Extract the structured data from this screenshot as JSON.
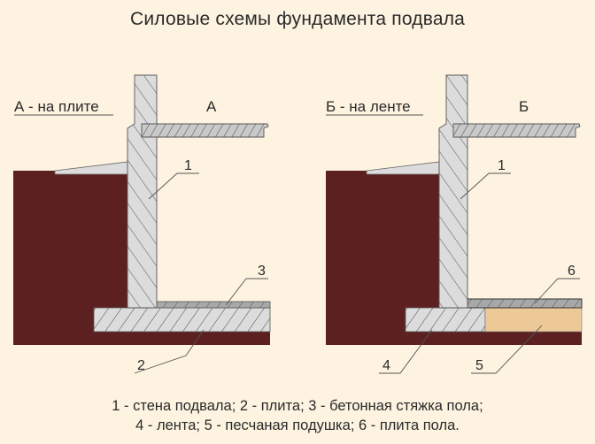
{
  "title": "Силовые схемы фундамента подвала",
  "colors": {
    "background": "#fdf3e0",
    "soil": "#5c2020",
    "concrete": "#dcdcdc",
    "screed": "#a8a8a8",
    "sand": "#ecc997",
    "hatch": "#444444",
    "leader": "#555555"
  },
  "diagrams": [
    {
      "id": "A",
      "caption": "А - на плите",
      "marker": "А",
      "callouts": [
        {
          "num": "1",
          "target": "стена подвала"
        },
        {
          "num": "3",
          "target": "бетонная стяжка пола"
        },
        {
          "num": "2",
          "target": "плита"
        }
      ]
    },
    {
      "id": "B",
      "caption": "Б - на ленте",
      "marker": "Б",
      "callouts": [
        {
          "num": "1",
          "target": "стена подвала"
        },
        {
          "num": "6",
          "target": "плита пола"
        },
        {
          "num": "4",
          "target": "лента"
        },
        {
          "num": "5",
          "target": "песчаная подушка"
        }
      ]
    }
  ],
  "legend": {
    "line1": "1 - стена подвала; 2 - плита; 3 - бетонная стяжка пола;",
    "line2": "4 - лента; 5 - песчаная подушка; 6 - плита пола."
  }
}
